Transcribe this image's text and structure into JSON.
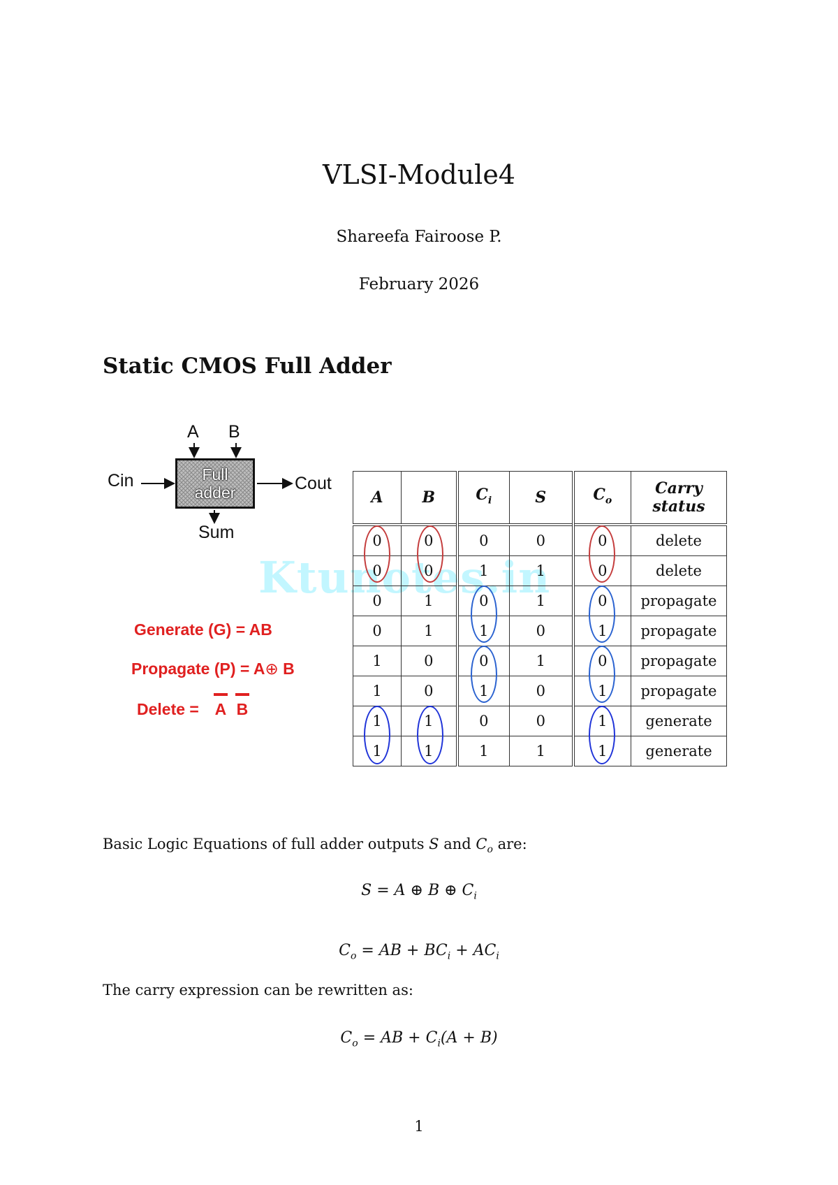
{
  "header": {
    "title": "VLSI-Module4",
    "author": "Shareefa Fairoose P.",
    "date": "February 2026"
  },
  "section_title": "Static CMOS Full Adder",
  "diagram": {
    "input_a": "A",
    "input_b": "B",
    "carry_in": "Cin",
    "carry_out": "Cout",
    "sum": "Sum",
    "box_line1": "Full",
    "box_line2": "adder"
  },
  "definitions": {
    "generate": "Generate (G) = AB",
    "propagate_prefix": "Propagate (P) = A",
    "propagate_op": "⊕",
    "propagate_suffix": " B",
    "delete_prefix": "Delete = ",
    "delete_a": "A",
    "delete_b": "B",
    "color": "#e02020"
  },
  "watermark": "Ktunotes.in",
  "truth_table": {
    "headers": [
      "A",
      "B",
      "Ci",
      "S",
      "Co",
      "Carry status"
    ],
    "header_carry_line1": "Carry",
    "header_carry_line2": "status",
    "rows": [
      [
        "0",
        "0",
        "0",
        "0",
        "0",
        "delete"
      ],
      [
        "0",
        "0",
        "1",
        "1",
        "0",
        "delete"
      ],
      [
        "0",
        "1",
        "0",
        "1",
        "0",
        "propagate"
      ],
      [
        "0",
        "1",
        "1",
        "0",
        "1",
        "propagate"
      ],
      [
        "1",
        "0",
        "0",
        "1",
        "0",
        "propagate"
      ],
      [
        "1",
        "0",
        "1",
        "0",
        "1",
        "propagate"
      ],
      [
        "1",
        "1",
        "0",
        "0",
        "1",
        "generate"
      ],
      [
        "1",
        "1",
        "1",
        "1",
        "1",
        "generate"
      ]
    ]
  },
  "body": {
    "intro_1": "Basic Logic Equations of full adder outputs ",
    "intro_s": "S",
    "intro_2": " and ",
    "intro_co": "C",
    "intro_co_sub": "o",
    "intro_3": " are:",
    "eq_sum": "S = A ⊕ B ⊕ C",
    "eq_sum_sub": "i",
    "eq_carry_parts": [
      "C",
      "o",
      " = AB + BC",
      "i",
      " + AC",
      "i"
    ],
    "rewrite_text": "The carry expression can be rewritten as:",
    "eq_carry2_parts": [
      "C",
      "o",
      " = AB + C",
      "i",
      "(A + B)"
    ]
  },
  "page_number": "1"
}
